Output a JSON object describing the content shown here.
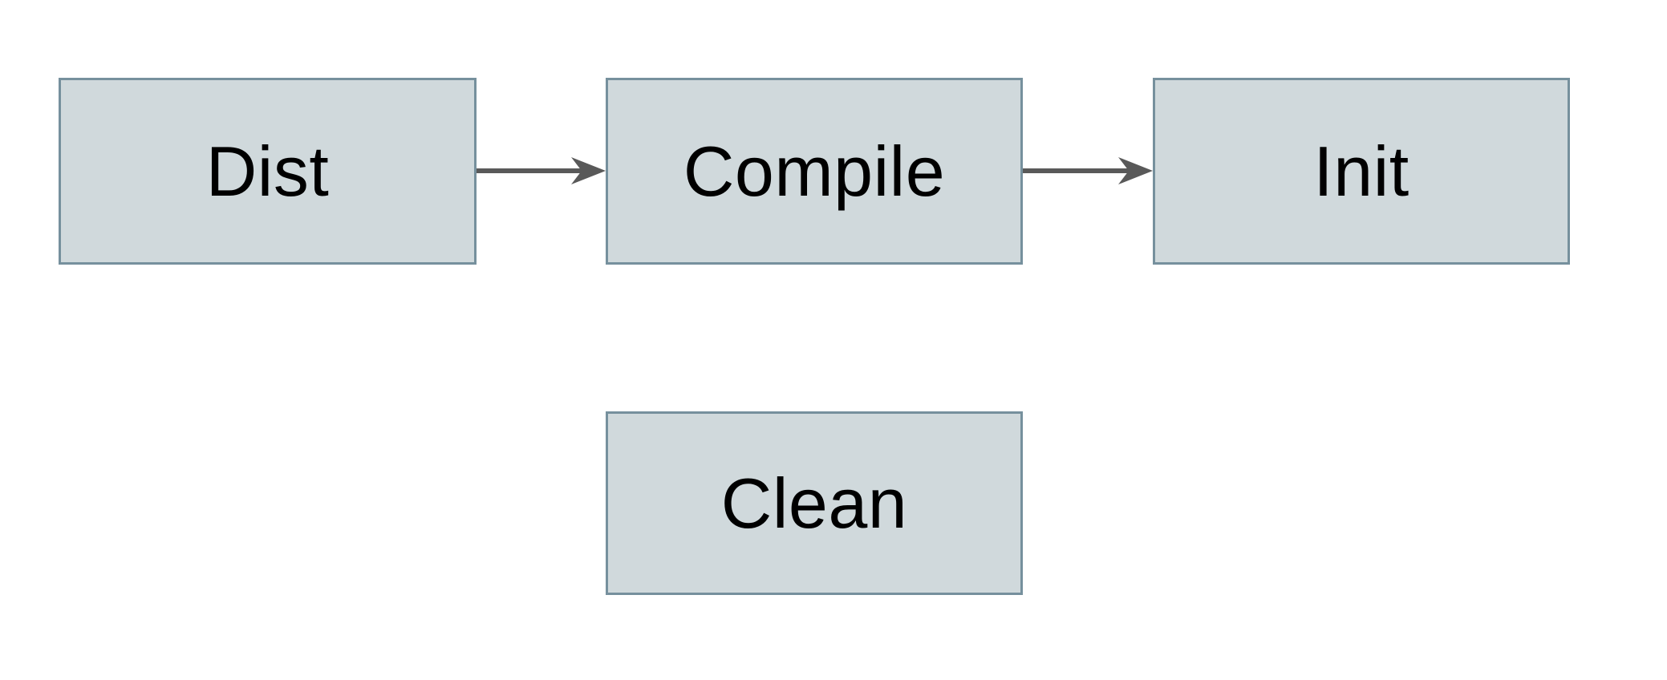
{
  "diagram": {
    "type": "flowchart",
    "nodes": [
      {
        "id": "dist",
        "label": "Dist"
      },
      {
        "id": "compile",
        "label": "Compile"
      },
      {
        "id": "init",
        "label": "Init"
      },
      {
        "id": "clean",
        "label": "Clean"
      }
    ],
    "edges": [
      {
        "from": "dist",
        "to": "compile",
        "direction": "right"
      },
      {
        "from": "compile",
        "to": "init",
        "direction": "right"
      }
    ]
  },
  "colors": {
    "node_fill": "#d0d9dc",
    "node_border": "#76909d",
    "arrow": "#595959",
    "label_text": "#000000",
    "background": "#ffffff"
  }
}
